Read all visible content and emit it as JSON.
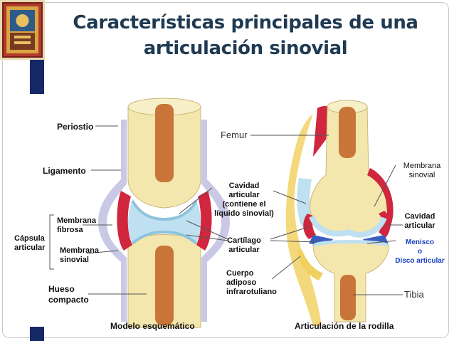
{
  "title": "Características principales de una articulación sinovial",
  "left_figure": {
    "periostio": "Periostio",
    "ligamento": "Ligamento",
    "membrana_fibrosa": "Membrana fibrosa",
    "capsula_articular": "Cápsula articular",
    "membrana_sinovial": "Membrana sinovial",
    "hueso_compacto": "Hueso compacto",
    "caption": "Modelo esquemático"
  },
  "center_labels": {
    "cavidad_articular": "Cavidad articular (contiene el líquido sinovial)",
    "cartilago_articular": "Cartílago articular",
    "cuerpo_adiposo": "Cuerpo adiposo infrarotuliano"
  },
  "right_figure": {
    "femur": "Femur",
    "membrana_sinovial": "Membrana sinovial",
    "cavidad_articular": "Cavidad articular",
    "menisco_line1": "Menisco",
    "menisco_line2": "o",
    "menisco_line3": "Disco articular",
    "tibia": "Tibia",
    "caption": "Articulación de la rodilla"
  },
  "colors": {
    "title": "#1f3a52",
    "accent": "#152868",
    "bone": "#f4e7ae",
    "marrow": "#c9753a",
    "cartilage": "#bfe0f0",
    "synovial": "#d0263e",
    "capsule": "#c9c9e6",
    "menisco_label": "#1a3ec2"
  }
}
